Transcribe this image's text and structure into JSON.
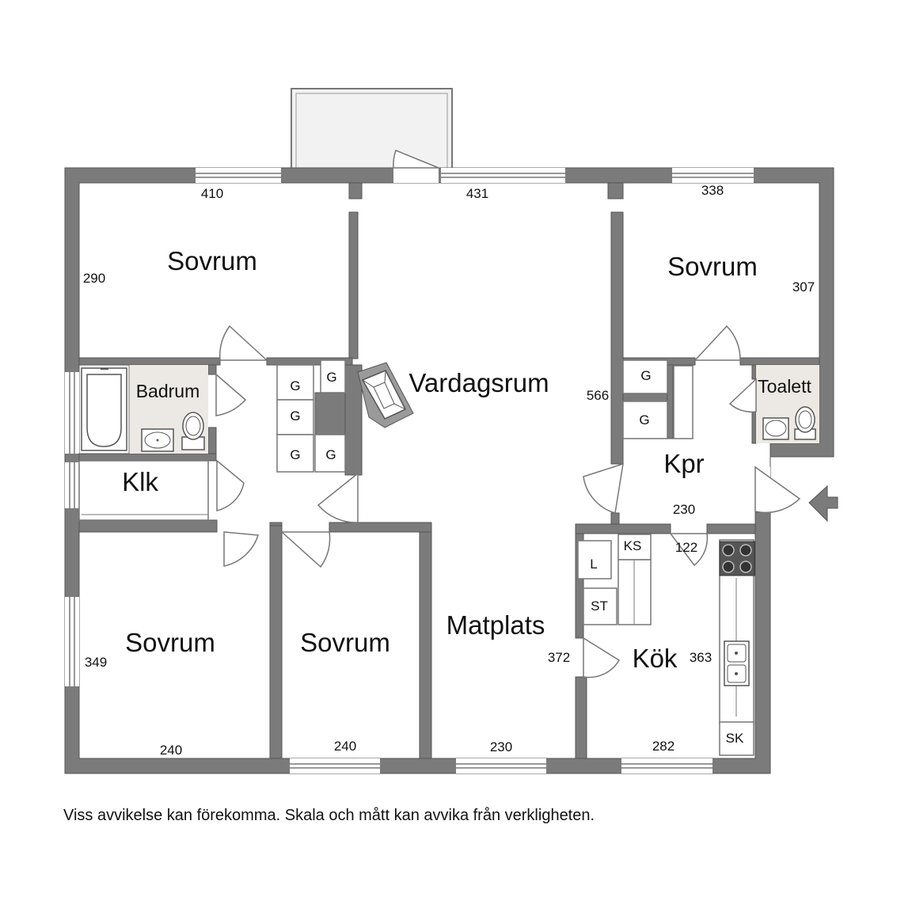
{
  "colors": {
    "wall": "#7b7b7b",
    "wall_outline": "#555555",
    "line": "#777777",
    "floor": "#ffffff",
    "bath_floor": "#ece9e4",
    "balcony": "#f2f2f2",
    "text": "#111111"
  },
  "rooms": {
    "sovrum_top_left": "Sovrum",
    "sovrum_top_right": "Sovrum",
    "sovrum_bottom_left": "Sovrum",
    "sovrum_bottom_mid": "Sovrum",
    "vardagsrum": "Vardagsrum",
    "badrum": "Badrum",
    "klk": "Klk",
    "kpr": "Kpr",
    "toalett": "Toalett",
    "matplats": "Matplats",
    "kok": "Kök"
  },
  "dimensions": {
    "d410": "410",
    "d431": "431",
    "d338": "338",
    "d290": "290",
    "d307": "307",
    "d566": "566",
    "d230_kpr": "230",
    "d122": "122",
    "d349": "349",
    "d372": "372",
    "d363": "363",
    "d240_left": "240",
    "d240_mid": "240",
    "d230_bottom": "230",
    "d282": "282"
  },
  "fixtures": {
    "g": "G",
    "ks": "KS",
    "l": "L",
    "st": "ST",
    "sk": "SK"
  },
  "icons": [
    "entrance-arrow-icon",
    "bathtub-icon",
    "sink-icon",
    "toilet-icon",
    "stove-icon",
    "kitchen-sink-icon",
    "fireplace-icon"
  ],
  "disclaimer": "Viss avvikelse kan förekomma. Skala och mått kan avvika från verkligheten."
}
